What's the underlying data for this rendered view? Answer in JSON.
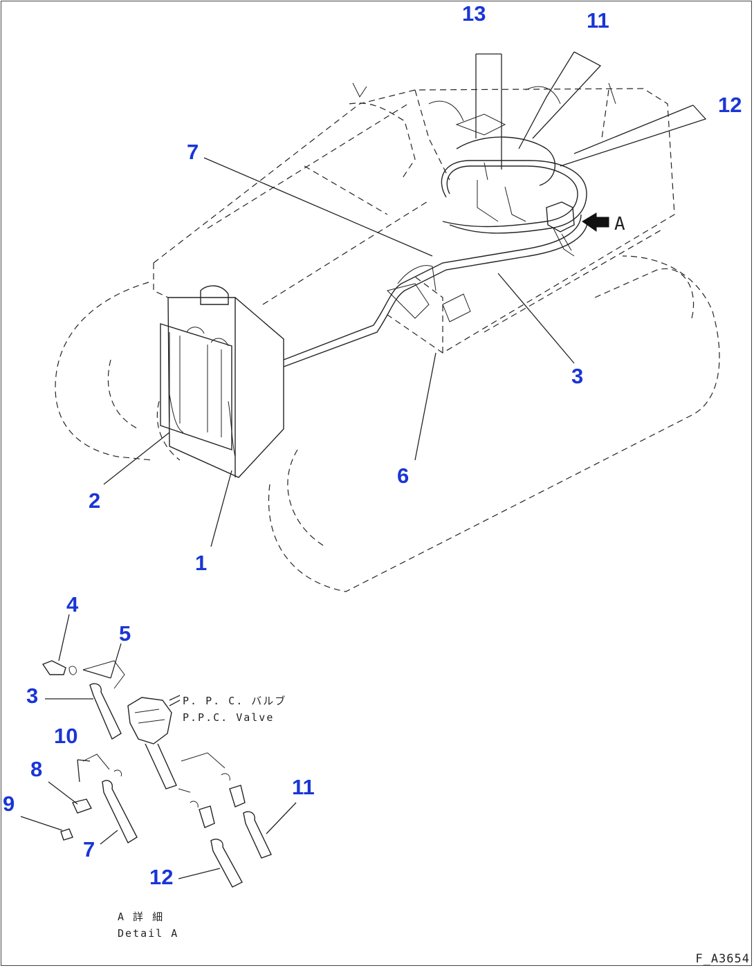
{
  "callouts": {
    "c13": "13",
    "c11_top": "11",
    "c12_top": "12",
    "c7_top": "7",
    "c3_right": "3",
    "c6": "6",
    "c2": "2",
    "c1": "1",
    "c4": "4",
    "c5": "5",
    "c3_detail": "3",
    "c10": "10",
    "c8": "8",
    "c9": "9",
    "c7_detail": "7",
    "c11_detail": "11",
    "c12_detail": "12"
  },
  "view_marker": "A",
  "captions": {
    "ppc_valve_jp": "P. P. C. バルブ",
    "ppc_valve_en": "P.P.C. Valve",
    "detail_jp": "A 詳 細",
    "detail_en": "Detail A"
  },
  "reference_code": "F_A3654",
  "colors": {
    "callout": "#1a35d6",
    "linework": "#222222",
    "background": "#ffffff"
  }
}
